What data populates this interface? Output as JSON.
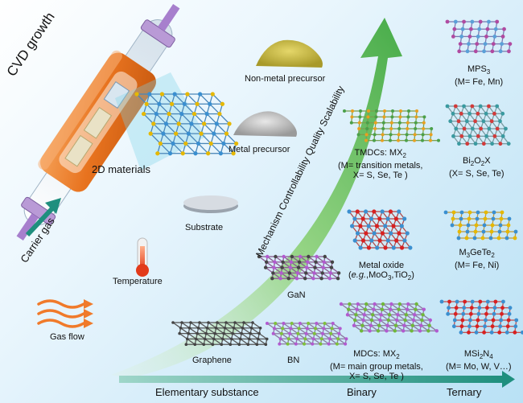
{
  "left_panel": {
    "title": "CVD growth",
    "materials_label": "2D materials",
    "carrier_gas": "Carrier gas",
    "gas_flow": "Gas flow",
    "temperature": "Temperature",
    "substrate": "Substrate",
    "metal_precursor": "Metal precursor",
    "non_metal_precursor": "Non-metal precursor"
  },
  "growth_arrow": {
    "label": "Mechanism  Controllability  Quality  Scalability"
  },
  "x_axis": {
    "elementary": "Elementary substance",
    "binary": "Binary",
    "ternary": "Ternary"
  },
  "materials": {
    "graphene": "Graphene",
    "bn": "BN",
    "gan": "GaN",
    "mdcs_l1": "MDCs: MX",
    "mdcs_l1_sub": "2",
    "mdcs_l2": "(M= main group metals,",
    "mdcs_l3": "X= S, Se, Te )",
    "metal_oxide_l1": "Metal oxide",
    "metal_oxide_l2a": "e.g.",
    "metal_oxide_l2b": ",MoO",
    "metal_oxide_l2c": "3",
    "metal_oxide_l2d": ",TiO",
    "metal_oxide_l2e": "2",
    "tmdcs_l1": "TMDCs: MX",
    "tmdcs_l1_sub": "2",
    "tmdcs_l2": "(M= transition metals,",
    "tmdcs_l3": "X= S, Se, Te )",
    "mps3_a": "MPS",
    "mps3_b": "3",
    "mps3_l2": "(M= Fe, Mn)",
    "bi2o2x_a": "Bi",
    "bi2o2x_b": "2",
    "bi2o2x_c": "O",
    "bi2o2x_d": "2",
    "bi2o2x_e": "X",
    "bi2o2x_l2": "(X= S, Se, Te)",
    "m3gete2_a": "M",
    "m3gete2_b": "3",
    "m3gete2_c": "GeTe",
    "m3gete2_d": "2",
    "m3gete2_l2": "(M= Fe, Ni)",
    "msi2n4_a": "MSi",
    "msi2n4_b": "2",
    "msi2n4_c": "N",
    "msi2n4_d": "4",
    "msi2n4_l2": "(M= Mo, W, V…)"
  },
  "colors": {
    "arrow_green": "#3aa63a",
    "axis_teal": "#1f8f7e",
    "furnace_orange": "#e8731f",
    "atom_blue": "#3a8fd0",
    "atom_yellow": "#e6b800",
    "atom_pink": "#d13b8a",
    "atom_red": "#d82020"
  }
}
